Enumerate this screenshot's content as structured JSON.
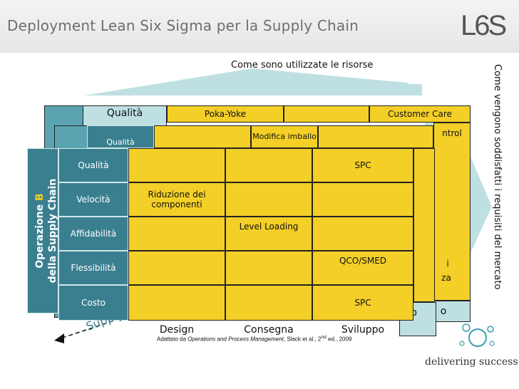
{
  "header": {
    "title": "Deployment Lean Six Sigma per la Supply Chain",
    "logo": "L6S"
  },
  "top_label": "Come sono utilizzate le risorse",
  "right_label": "Come vengono soddisfatti i requisiti del mercato",
  "back_layer": {
    "row0": [
      "Qualità",
      "Poka-Yoke",
      "",
      "Customer Care"
    ],
    "partial_right": [
      "ntrol",
      "i",
      "za",
      "o"
    ]
  },
  "mid_layer": {
    "row0": [
      "Qualità",
      "",
      "Modifica imballo",
      ""
    ],
    "partial_bottom": "o"
  },
  "front_layer": {
    "side_title_prefix": "Operazione ",
    "side_title_letter": "B",
    "side_title_suffix": "della Supply Chain",
    "rows": [
      {
        "label": "Qualità",
        "cells": [
          "",
          "",
          "SPC"
        ]
      },
      {
        "label": "Velocità",
        "cells": [
          "Riduzione dei componenti",
          "",
          ""
        ]
      },
      {
        "label": "Affidabilità",
        "cells": [
          "",
          "Level Loading",
          ""
        ]
      },
      {
        "label": "Flessibilità",
        "cells": [
          "",
          "",
          "QCO/SMED"
        ]
      },
      {
        "label": "Costo",
        "cells": [
          "",
          "",
          "SPC"
        ]
      }
    ],
    "columns": [
      "Design",
      "Consegna",
      "Sviluppo"
    ]
  },
  "supply_label": "Supply",
  "credit": {
    "prefix": "Adattato da ",
    "book": "Operations and Process Management",
    "suffix": ", Slack et al., 2",
    "sup": "nd",
    "end": " ed., 2009"
  },
  "brand": "delivering success",
  "colors": {
    "yellow": "#f3cf27",
    "teal": "#3a7f8f",
    "teal_light": "#bfe0e3"
  }
}
